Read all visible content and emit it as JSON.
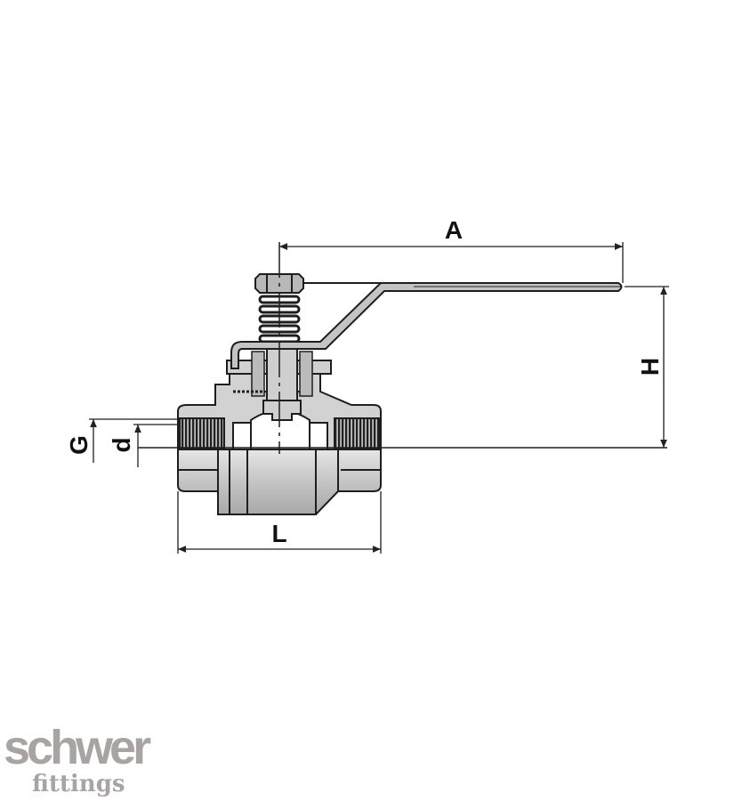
{
  "dimensions": {
    "A": "A",
    "H": "H",
    "G": "G",
    "d": "d",
    "L": "L"
  },
  "logo": {
    "line1": "schwer",
    "line2": "fittings",
    "color": "#a9a4a3"
  },
  "colors": {
    "body_fill": "#c9c9c9",
    "outline": "#1e1e1e",
    "thread": "#2a2a2a"
  }
}
